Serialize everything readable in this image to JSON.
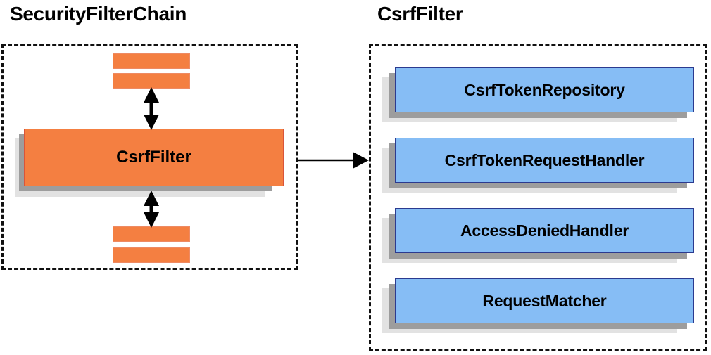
{
  "diagram": {
    "type": "architecture-diagram",
    "background_color": "#ffffff",
    "colors": {
      "orange_fill": "#f47f41",
      "orange_border": "#d9553a",
      "blue_fill": "#86bdf5",
      "blue_border": "#2b3a8f",
      "shadow_near": "#9d9d9d",
      "shadow_far": "#e2e2e2",
      "outline": "#111111",
      "text": "#000000"
    },
    "panels": [
      {
        "id": "security-filter-chain",
        "title": "SecurityFilterChain",
        "border_style": "dashed"
      },
      {
        "id": "csrf-filter",
        "title": "CsrfFilter",
        "border_style": "dashed"
      }
    ],
    "left_panel": {
      "title": "SecurityFilterChain",
      "top_bars": [
        {
          "label": ""
        },
        {
          "label": ""
        }
      ],
      "highlighted_filter": {
        "label": "CsrfFilter"
      },
      "bottom_bars": [
        {
          "label": ""
        },
        {
          "label": ""
        }
      ],
      "connectors": [
        {
          "name": "upper-double-arrow",
          "style": "double-headed-vertical"
        },
        {
          "name": "lower-double-arrow",
          "style": "double-headed-vertical"
        }
      ]
    },
    "right_panel": {
      "title": "CsrfFilter",
      "components": [
        {
          "label": "CsrfTokenRepository"
        },
        {
          "label": "CsrfTokenRequestHandler"
        },
        {
          "label": "AccessDeniedHandler"
        },
        {
          "label": "RequestMatcher"
        }
      ]
    },
    "cross_panel_arrow": {
      "name": "expands-into-arrow",
      "style": "single-headed-horizontal",
      "from": "SecurityFilterChain",
      "to": "CsrfFilter"
    }
  }
}
